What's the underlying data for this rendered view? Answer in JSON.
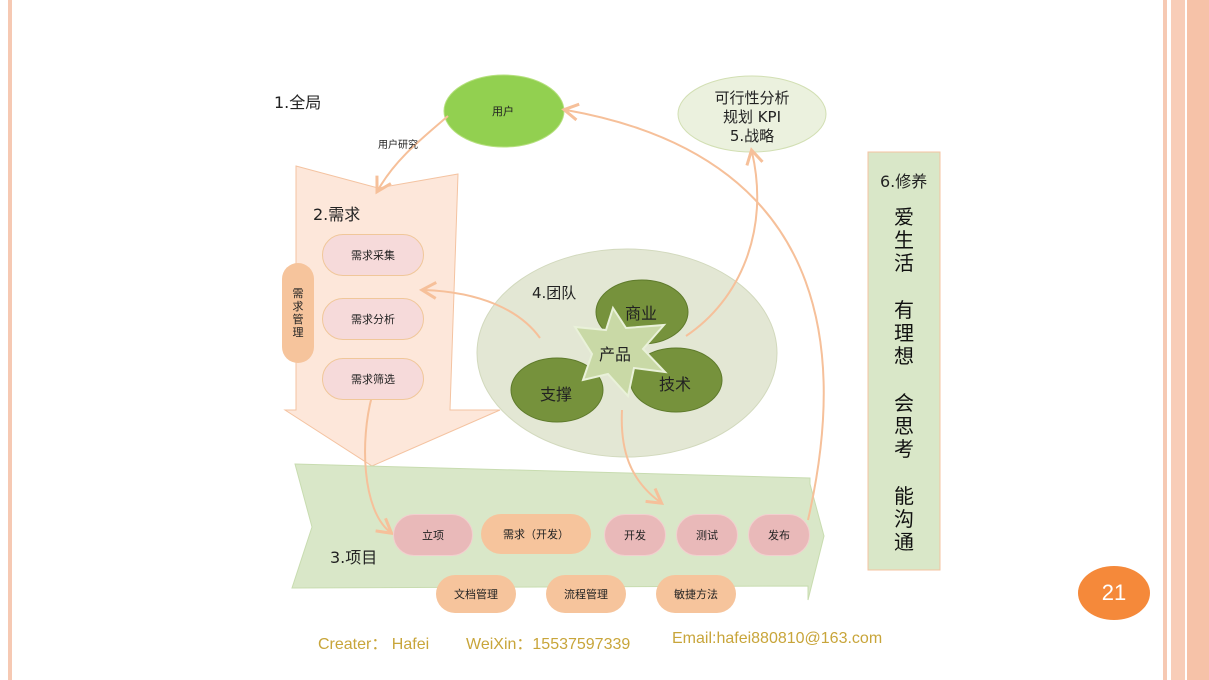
{
  "slide": {
    "page_number": "21",
    "colors": {
      "accent_orange": "#f5893a",
      "user_green": "#8fd14f",
      "team_green": "#6f8f33",
      "arrow_peach": "#f6c9a0",
      "footer_gold": "#c8a53a"
    }
  },
  "diagram": {
    "section1": {
      "label": "1.全局"
    },
    "user": {
      "label": "用户"
    },
    "user_research": {
      "label": "用户研究"
    },
    "strategy": {
      "line1": "可行性分析",
      "line2": "规划 KPI",
      "line3": "5.战略"
    },
    "requirements": {
      "label": "2.需求",
      "items": [
        "需求采集",
        "需求分析",
        "需求筛选"
      ],
      "management_chars": [
        "需",
        "求",
        "管",
        "理"
      ]
    },
    "team": {
      "label": "4.团队",
      "business": "商业",
      "product": "产品",
      "tech": "技术",
      "support": "支撑"
    },
    "project": {
      "label": "3.项目",
      "steps": [
        "立项",
        "需求（开发）",
        "开发",
        "测试",
        "发布"
      ],
      "tools": [
        "文档管理",
        "流程管理",
        "敏捷方法"
      ]
    },
    "cultivation": {
      "label": "6.修养",
      "lines": [
        [
          "爱",
          "生",
          "活"
        ],
        [
          "有",
          "理",
          "想"
        ],
        [
          "会",
          "思",
          "考"
        ],
        [
          "能",
          "沟",
          "通"
        ]
      ]
    }
  },
  "footer": {
    "creator": "Creater： Hafei",
    "weixin": "WeiXin：15537597339",
    "email": "Email:hafei880810@163.com"
  }
}
